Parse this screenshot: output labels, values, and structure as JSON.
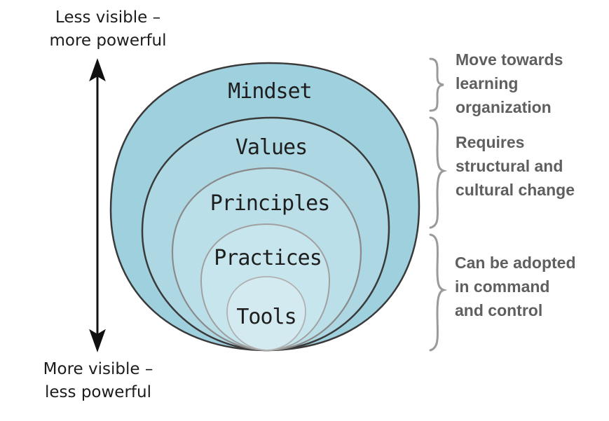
{
  "axis": {
    "top_label_line1": "Less visible –",
    "top_label_line2": "more powerful",
    "bottom_label_line1": "More visible –",
    "bottom_label_line2": "less powerful"
  },
  "layers": [
    {
      "label": "Mindset",
      "color": "#9fd0de"
    },
    {
      "label": "Values",
      "color": "#add8e3"
    },
    {
      "label": "Principles",
      "color": "#bbdfe8"
    },
    {
      "label": "Practices",
      "color": "#c7e5ec"
    },
    {
      "label": "Tools",
      "color": "#d3eaf0"
    }
  ],
  "notes": [
    {
      "lines": [
        "Move towards",
        "learning",
        "organization"
      ]
    },
    {
      "lines": [
        "Requires",
        "structural and",
        "cultural change"
      ]
    },
    {
      "lines": [
        "Can be adopted",
        "in command",
        "and control"
      ]
    }
  ],
  "colors": {
    "outline": "#3a3a3a",
    "inner_outline": "#8a8a8a",
    "brace": "#9a9a9a",
    "note_text": "#5f5f5f"
  }
}
